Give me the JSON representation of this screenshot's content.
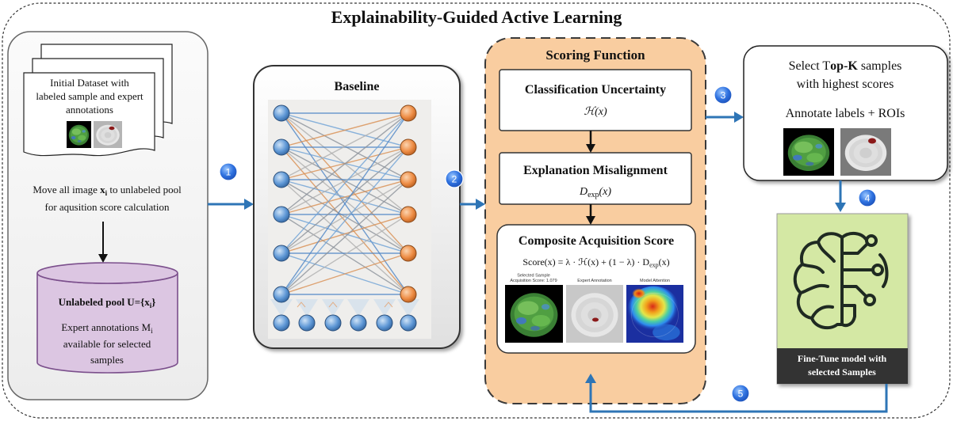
{
  "title": "Explainability-Guided Active Learning",
  "left_panel": {
    "dataset_lines": [
      "Initial Dataset with",
      "labeled sample and expert",
      "annotations"
    ],
    "move_prefix": "Move all image ",
    "move_var": "x",
    "move_sub": "i",
    "move_suffix": " to unlabeled pool",
    "move_line2": "for aqusition score calculation",
    "pool_title_prefix": "Unlabeled pool U={x",
    "pool_title_sub": "i",
    "pool_title_suffix": "}",
    "pool_text_prefix": "Expert annotations M",
    "pool_text_sub": "i",
    "pool_text_lines": [
      "available for selected",
      "samples"
    ]
  },
  "steps": [
    "1",
    "2",
    "3",
    "4",
    "5"
  ],
  "baseline": {
    "title": "Baseline"
  },
  "scoring": {
    "title": "Scoring Function",
    "uncertainty": {
      "title": "Classification Uncertainty",
      "symbol": "ℋ(x)"
    },
    "misalignment": {
      "title": "Explanation Misalignment",
      "symbol_main": "D",
      "symbol_sub": "exp",
      "symbol_tail": "(x)"
    },
    "composite": {
      "title": "Composite Acquisition Score",
      "formula_main": "Score(x) = λ · ℋ(x) + (1 − λ) · D",
      "formula_sub": "exp",
      "formula_tail": "(x)",
      "caption_sample_line1": "Selected Sample",
      "caption_sample_line2": "Acquisition Score: 1.079",
      "caption_expert": "Expert Annotation",
      "caption_attention": "Model Attention"
    }
  },
  "select": {
    "line1_prefix": "Select T",
    "line1_bold": "op-K",
    "line1_suffix": " samples",
    "line2": "with highest scores",
    "line3": "Annotate labels + ROIs"
  },
  "finetune": {
    "icon": "brain-circuit-icon",
    "label_lines": [
      "Fine-Tune model with",
      "selected Samples"
    ]
  },
  "colors": {
    "flow_arrow": "#2e75b6",
    "scoring_fill": "#f9cda0",
    "pool_fill": "#dcc6e2",
    "pool_stroke": "#7b4f8c",
    "finetune_fill": "#d4e8a4",
    "finetune_label_fill": "#333333"
  }
}
